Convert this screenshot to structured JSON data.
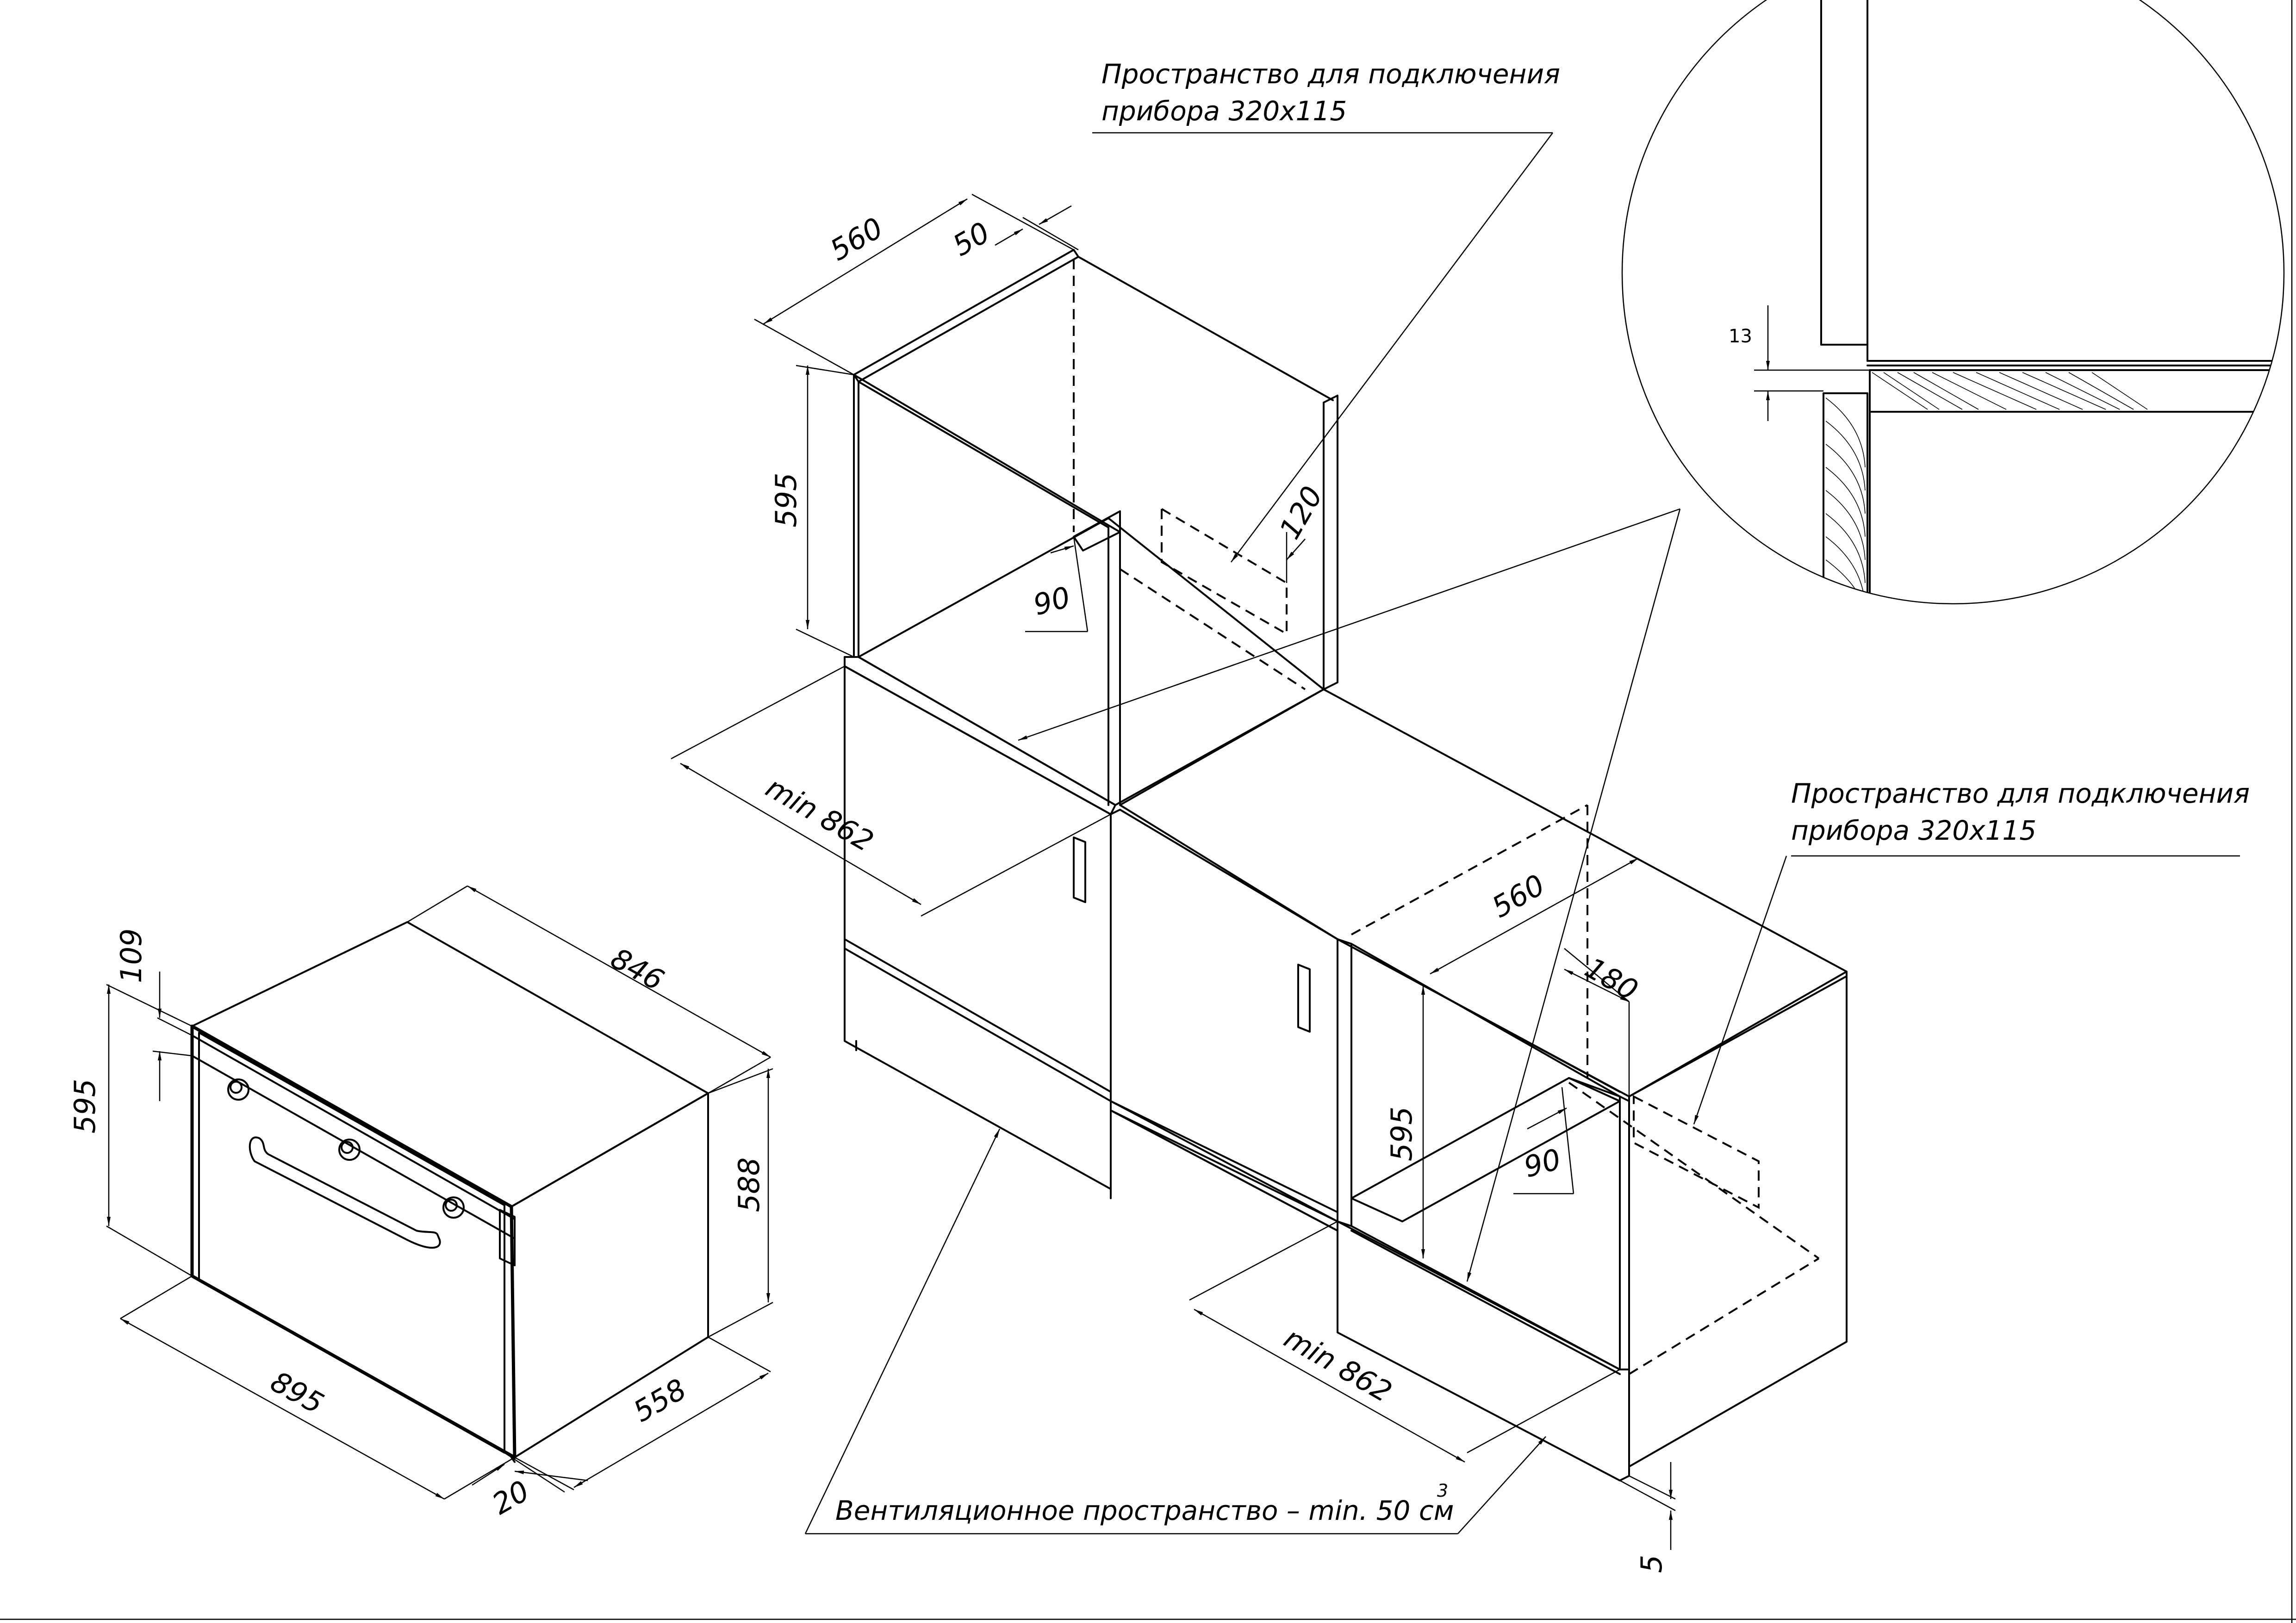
{
  "annotations": {
    "connection_space_top": [
      "Пространство для подключения",
      "прибора 320x115"
    ],
    "connection_space_right": [
      "Пространство для подключения",
      "прибора 320x115"
    ],
    "ventilation": "Вентиляционное пространство – min. 50 см",
    "ventilation_sup": "3"
  },
  "dimensions": {
    "oven_depth": "846",
    "oven_width": "895",
    "oven_total_height": "595",
    "oven_panel_height": "109",
    "oven_body_height": "588",
    "oven_body_depth": "558",
    "oven_front_thickness": "20",
    "upper_cabinet_depth": "560",
    "upper_offset": "50",
    "upper_height": "595",
    "upper_cutout_depth": "120",
    "upper_wall_gap": "90",
    "upper_niche_width": "min 862",
    "lower_cabinet_depth": "560",
    "lower_cutout_depth": "180",
    "lower_height": "595",
    "lower_wall_gap": "90",
    "lower_niche_width": "min 862",
    "bottom_gap": "5",
    "detail_gap": "13"
  }
}
